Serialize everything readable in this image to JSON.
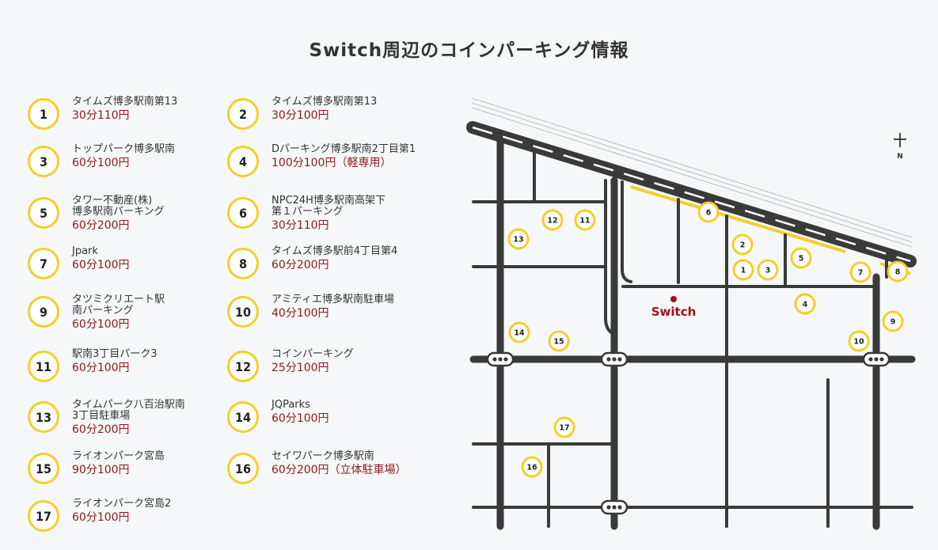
{
  "title": "Switch周辺のコインパーキング情報",
  "entries": [
    {
      "num": "1",
      "name": "タイムズ博多駅南第13",
      "price": "30分110円"
    },
    {
      "num": "2",
      "name": "タイムズ博多駅南第13",
      "price": "30分100円"
    },
    {
      "num": "3",
      "name": "トップパーク博多駅南",
      "price": "60分100円"
    },
    {
      "num": "4",
      "name": "Dパーキング博多駅南2丁目第1",
      "price": "100分100円（軽専用）"
    },
    {
      "num": "5",
      "name": "タワー不動産(株)\n博多駅南パーキング",
      "price": "60分200円"
    },
    {
      "num": "6",
      "name": "NPC24H博多駅南高架下\n第１パーキング",
      "price": "30分110円"
    },
    {
      "num": "7",
      "name": "Jpark",
      "price": "60分100円"
    },
    {
      "num": "8",
      "name": "タイムズ博多駅前4丁目第4",
      "price": "60分200円"
    },
    {
      "num": "9",
      "name": "タツミクリエート駅\n南パーキング",
      "price": "60分100円"
    },
    {
      "num": "10",
      "name": "アミティエ博多駅南駐車場",
      "price": "40分100円"
    },
    {
      "num": "11",
      "name": "駅南3丁目パーク3",
      "price": "60分100円"
    },
    {
      "num": "12",
      "name": "コインパーキング",
      "price": "25分100円"
    },
    {
      "num": "13",
      "name": "タイムパーク八百治駅南\n3丁目駐車場",
      "price": "60分200円"
    },
    {
      "num": "14",
      "name": "JQParks",
      "price": "60分100円"
    },
    {
      "num": "15",
      "name": "ライオンパーク宮島",
      "price": "90分100円"
    },
    {
      "num": "16",
      "name": "セイワパーク博多駅南",
      "price": "60分200円（立体駐車場）"
    },
    {
      "num": "17",
      "name": "ライオンパーク宮島2",
      "price": "60分100円"
    }
  ],
  "map": {
    "store_label": "Switch",
    "north_label": "N",
    "markers": [
      "1",
      "2",
      "3",
      "4",
      "5",
      "6",
      "7",
      "8",
      "9",
      "10",
      "11",
      "12",
      "13",
      "14",
      "15",
      "16",
      "17"
    ],
    "colors": {
      "accent": "#f2cf2a",
      "price": "#8b1a1a",
      "road": "#3a3a3a",
      "store": "#a3101a"
    }
  }
}
